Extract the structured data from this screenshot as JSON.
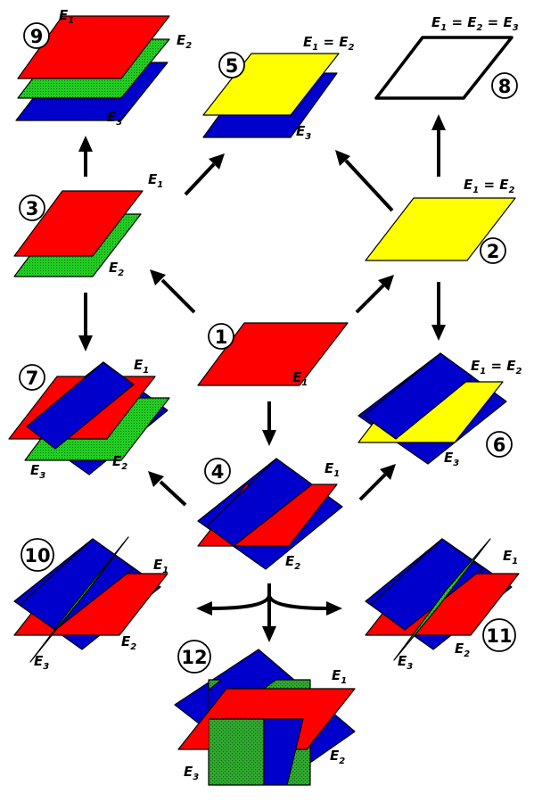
{
  "colors": {
    "red": "#ff0000",
    "green": "#22cc22",
    "blue": "#0000cc",
    "yellow": "#ffff00",
    "white": "#ffffff"
  },
  "nodes": [
    {
      "id": "1",
      "number": "1",
      "labels": [
        "E1"
      ]
    },
    {
      "id": "2",
      "number": "2",
      "labels": [
        "E1 = E2"
      ]
    },
    {
      "id": "3",
      "number": "3",
      "labels": [
        "E1",
        "E2"
      ]
    },
    {
      "id": "4",
      "number": "4",
      "labels": [
        "E1",
        "E2"
      ]
    },
    {
      "id": "5",
      "number": "5",
      "labels": [
        "E1 = E2",
        "E3"
      ]
    },
    {
      "id": "6",
      "number": "6",
      "labels": [
        "E1 = E2",
        "E3"
      ]
    },
    {
      "id": "7",
      "number": "7",
      "labels": [
        "E1",
        "E2",
        "E3"
      ]
    },
    {
      "id": "8",
      "number": "8",
      "labels": [
        "E1 = E2 = E3"
      ]
    },
    {
      "id": "9",
      "number": "9",
      "labels": [
        "E1",
        "E2",
        "E3"
      ]
    },
    {
      "id": "10",
      "number": "10",
      "labels": [
        "E1",
        "E2",
        "E3"
      ]
    },
    {
      "id": "11",
      "number": "11",
      "labels": [
        "E1",
        "E2",
        "E3"
      ]
    },
    {
      "id": "12",
      "number": "12",
      "labels": [
        "E1",
        "E2",
        "E3"
      ]
    }
  ],
  "edges": [
    {
      "from": "1",
      "to": "3"
    },
    {
      "from": "1",
      "to": "2"
    },
    {
      "from": "1",
      "to": "4"
    },
    {
      "from": "3",
      "to": "9"
    },
    {
      "from": "3",
      "to": "5"
    },
    {
      "from": "3",
      "to": "7"
    },
    {
      "from": "2",
      "to": "5"
    },
    {
      "from": "2",
      "to": "8"
    },
    {
      "from": "2",
      "to": "6"
    },
    {
      "from": "4",
      "to": "7"
    },
    {
      "from": "4",
      "to": "6"
    },
    {
      "from": "4",
      "to": "10"
    },
    {
      "from": "4",
      "to": "11"
    },
    {
      "from": "4",
      "to": "12"
    }
  ]
}
